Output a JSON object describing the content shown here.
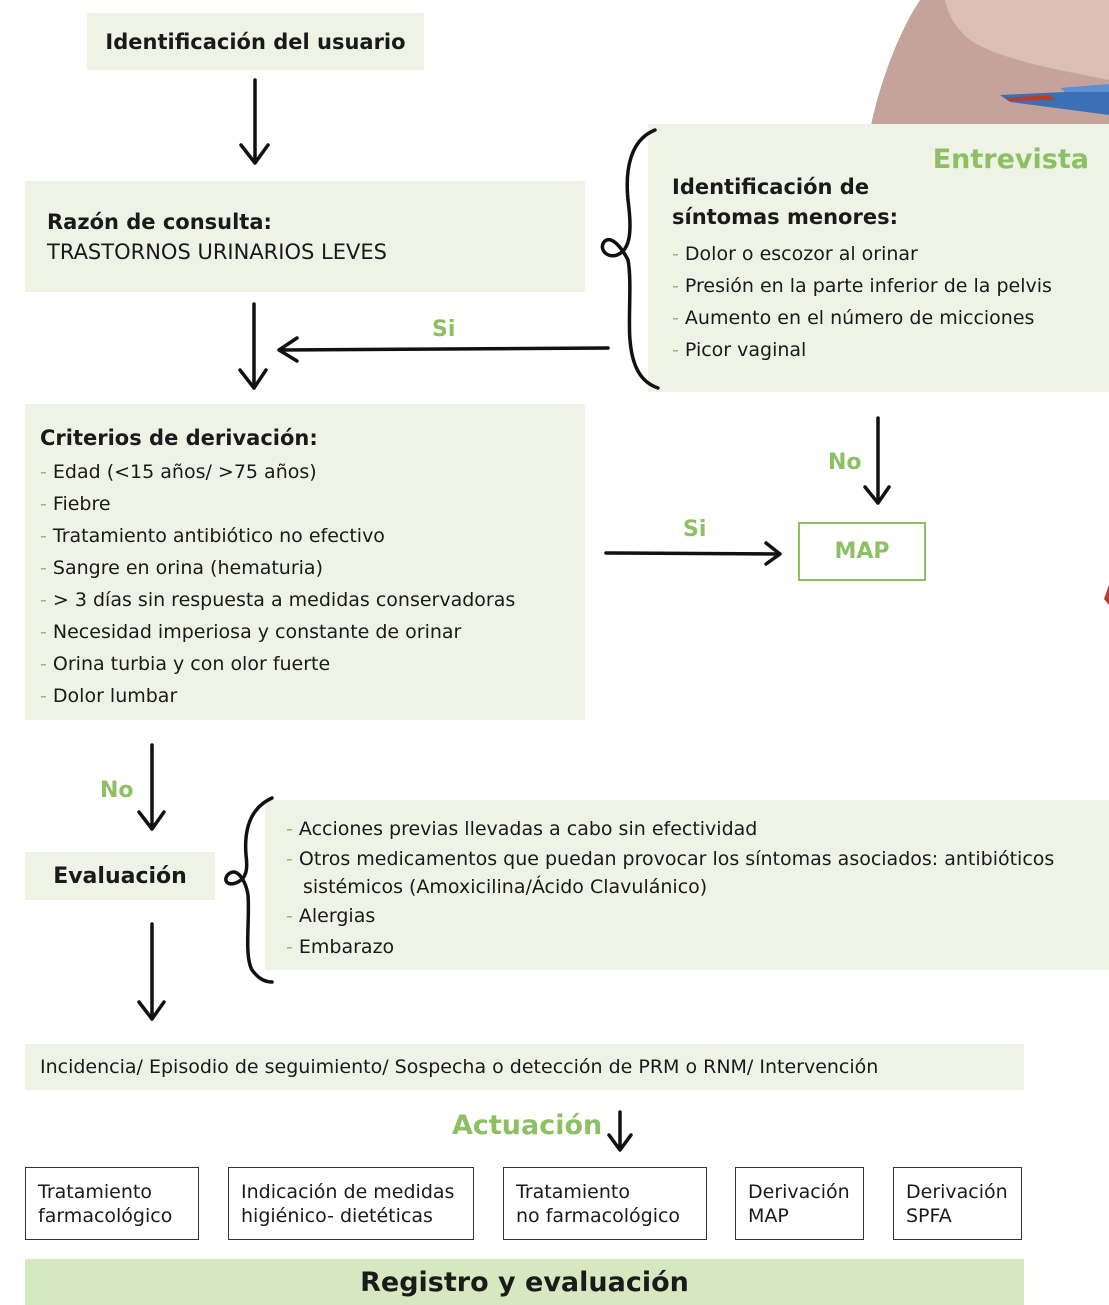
{
  "identificacion": "Identificación del usuario",
  "razon": {
    "title": "Razón de consulta:",
    "value": "TRASTORNOS URINARIOS LEVES"
  },
  "entrevista": {
    "heading": "Entrevista",
    "title_line1": "Identificación de",
    "title_line2": "síntomas menores:",
    "items": [
      "Dolor o escozor al orinar",
      "Presión en la parte inferior de la pelvis",
      "Aumento en el número de micciones",
      "Picor vaginal"
    ]
  },
  "criterios": {
    "title": "Criterios de derivación:",
    "items": [
      "Edad (<15 años/  >75 años)",
      "Fiebre",
      "Tratamiento antibiótico no efectivo",
      "Sangre en orina (hematuria)",
      "> 3 días sin respuesta a medidas conservadoras",
      "Necesidad imperiosa y constante de orinar",
      "Orina turbia y con olor fuerte",
      "Dolor lumbar"
    ]
  },
  "labels": {
    "si_1": "Si",
    "no_1": "No",
    "si_2": "Si",
    "no_2": "No",
    "map": "MAP",
    "dash": "-"
  },
  "evaluacion": {
    "title": "Evaluación",
    "items": [
      "Acciones previas llevadas a cabo sin efectividad",
      "Otros medicamentos que puedan provocar los síntomas asociados: antibióticos",
      "sistémicos (Amoxicilina/Ácido Clavulánico)",
      "Alergias",
      "Embarazo"
    ]
  },
  "incidencia": "Incidencia/ Episodio de seguimiento/ Sospecha o detección de PRM o RNM/ Intervención",
  "actuacion": {
    "heading": "Actuación",
    "options": [
      {
        "line1": "Tratamiento",
        "line2": "farmacológico"
      },
      {
        "line1": "Indicación de medidas",
        "line2": "higiénico- dietéticas"
      },
      {
        "line1": "Tratamiento",
        "line2": "no farmacológico"
      },
      {
        "line1": "Derivación",
        "line2": "MAP"
      },
      {
        "line1": "Derivación",
        "line2": "SPFA"
      }
    ]
  },
  "registro": "Registro y evaluación",
  "colors": {
    "accent_green": "#8cc063",
    "box_bg": "#eef3e6",
    "registro_bg": "#d5e8c0"
  }
}
